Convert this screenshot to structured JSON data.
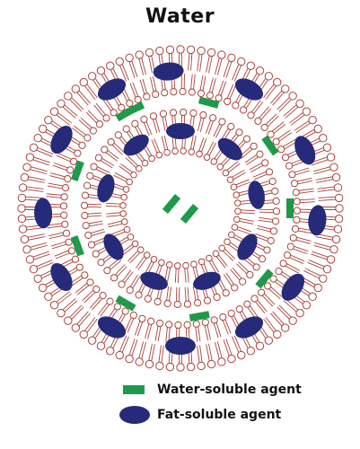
{
  "title": "Water",
  "colors": {
    "lipid": "#a8433a",
    "water_soluble_agent": "#1e9a4a",
    "fat_soluble_agent": "#262a7a"
  },
  "legend": {
    "water_soluble_label": "Water-soluble agent",
    "fat_soluble_label": "Fat-soluble agent"
  }
}
